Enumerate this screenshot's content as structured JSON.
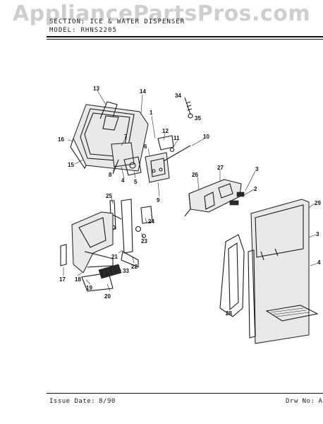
{
  "watermark": "AppliancePartsPros.com",
  "header": {
    "section_label": "Section:",
    "section_value": "Ice & Water Dispenser",
    "model_label": "Model:",
    "model_value": "RHNS2205"
  },
  "footer": {
    "issue_label": "Issue Date:",
    "issue_value": "8/90",
    "drawing_label": "Drw No:",
    "drawing_value": "A-"
  },
  "callouts": [
    "13",
    "14",
    "1",
    "34",
    "35",
    "16",
    "7",
    "12",
    "11",
    "10",
    "6",
    "15",
    "8",
    "4",
    "5",
    "9",
    "26",
    "27",
    "3",
    "2",
    "25",
    "24",
    "23",
    "21",
    "22",
    "17",
    "18",
    "33",
    "19",
    "20",
    "28",
    "29",
    "3",
    "4"
  ]
}
